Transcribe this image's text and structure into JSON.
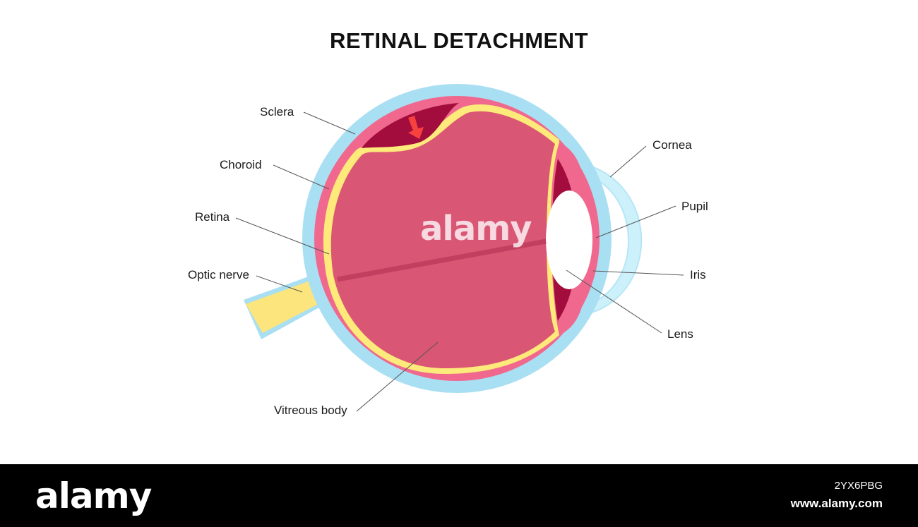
{
  "title": "RETINAL DETACHMENT",
  "labels": {
    "sclera": "Sclera",
    "choroid": "Choroid",
    "retina": "Retina",
    "optic_nerve": "Optic nerve",
    "vitreous_body": "Vitreous body",
    "cornea": "Cornea",
    "pupil": "Pupil",
    "iris": "Iris",
    "lens": "Lens"
  },
  "watermark": "alamy",
  "footer": {
    "brand": "alamy",
    "image_code": "2YX6PBG",
    "site": "www.alamy.com"
  },
  "colors": {
    "sclera": "#a9dff2",
    "choroid": "#f0688e",
    "vitreous": "#da5675",
    "retina": "#fdea7a",
    "detached_space": "#a30d3e",
    "optic_nerve": "#fce57c",
    "cornea": "#cdf1fb",
    "arrow": "#f6413f"
  }
}
